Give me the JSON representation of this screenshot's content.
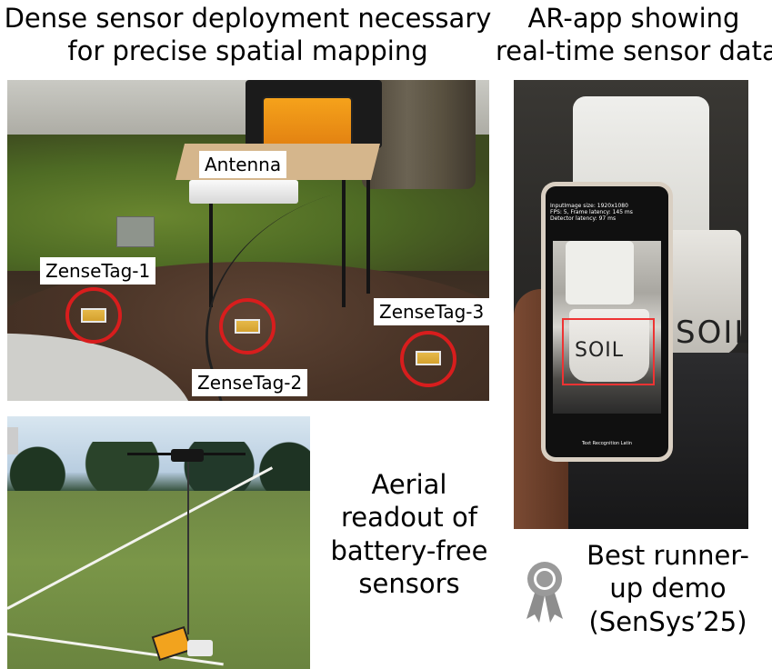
{
  "captions": {
    "dense": {
      "line1": "Dense sensor deployment necessary",
      "line2": "for precise spatial mapping"
    },
    "ar": {
      "line1": "AR-app showing",
      "line2": "real-time sensor data"
    },
    "aerial": {
      "line1": "Aerial",
      "line2": "readout of",
      "line3": "battery-free",
      "line4": "sensors"
    },
    "award": {
      "line1": "Best runner-",
      "line2": "up demo",
      "line3": "(SenSys’25)"
    }
  },
  "deployment_photo": {
    "labels": {
      "antenna": "Antenna",
      "tag1": "ZenseTag-1",
      "tag2": "ZenseTag-2",
      "tag3": "ZenseTag-3"
    },
    "ring_color": "#d81d1d"
  },
  "phone_screen": {
    "info_line1": "InputImage size: 1920x1080",
    "info_line2": "FPS: 5, Frame latency: 145 ms",
    "info_line3": "Detector latency: 97 ms",
    "pot_text": "SOIL",
    "bottom_bar": "Text Recognition Latin"
  },
  "ar_photo": {
    "pot_text": "SOIL"
  },
  "icons": {
    "award": "award-ribbon-icon"
  }
}
